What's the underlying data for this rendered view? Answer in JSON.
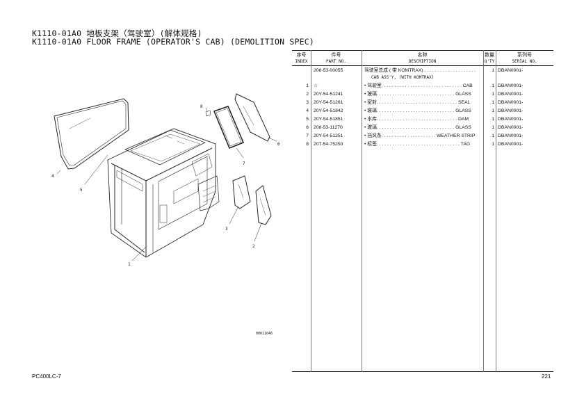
{
  "header": {
    "title_cn": "K1110-01A0 地板支架（驾驶室）(解体规格)",
    "title_en": "K1110-01A0 FLOOR FRAME (OPERATOR'S CAB) (DEMOLITION SPEC)"
  },
  "figure": {
    "code": "00011046",
    "callouts": [
      "1",
      "2",
      "3",
      "4",
      "5",
      "6",
      "7",
      "8"
    ]
  },
  "table": {
    "headers": {
      "index_cn": "序号",
      "index_en": "INDEX",
      "part_cn": "件号",
      "part_en": "PART NO.",
      "desc_cn": "名称",
      "desc_en": "DESCRIPTION",
      "qty_cn": "数量",
      "qty_en": "Q'TY",
      "serial_cn": "系列号",
      "serial_en": "SERIAL NO."
    },
    "rows": [
      {
        "index": "",
        "part": "208-53-00055",
        "desc": "驾驶室总成 ( 带 KOMTRAX) . . . . . . . . . . . . . . . . . . . .",
        "qty": "1",
        "serial": "DBAN0001-"
      },
      {
        "index": "",
        "part": "",
        "desc": "CAB ASS'Y, (WITH KOMTRAX)",
        "qty": "",
        "serial": ""
      },
      {
        "index": "1",
        "part": "☆",
        "desc": "• 驾驶室. . . . . . . . . . . . . . . . . . . . . . . . . . . . . . . CAB",
        "qty": "1",
        "serial": "DBAN0001-"
      },
      {
        "index": "2",
        "part": "20Y-54-51241",
        "desc": "• 玻璃. . . . . . . . . . . . . . . . . . . . . . . . . . . . . . GLASS",
        "qty": "1",
        "serial": "DBAN0001-"
      },
      {
        "index": "3",
        "part": "20Y-54-51261",
        "desc": "• 密封. . . . . . . . . . . . . . . . . . . . . . . . . . . . . . . SEAL",
        "qty": "1",
        "serial": "DBAN0001-"
      },
      {
        "index": "4",
        "part": "20Y-54-51842",
        "desc": "• 玻璃. . . . . . . . . . . . . . . . . . . . . . . . . . . . . . GLASS",
        "qty": "1",
        "serial": "DBAN0001-"
      },
      {
        "index": "5",
        "part": "20Y-54-51851",
        "desc": "• 水库. . . . . . . . . . . . . . . . . . . . . . . . . . . . . . . DAM",
        "qty": "1",
        "serial": "DBAN0001-"
      },
      {
        "index": "6",
        "part": "208-53-11270",
        "desc": "• 玻璃. . . . . . . . . . . . . . . . . . . . . . . . . . . . . . GLASS",
        "qty": "1",
        "serial": "DBAN0001-"
      },
      {
        "index": "7",
        "part": "20Y-54-51251",
        "desc": "• 挡风条. . . . . . . . . . . . . . . . . . . . . WEATHER STRIP",
        "qty": "1",
        "serial": "DBAN0001-"
      },
      {
        "index": "8",
        "part": "20T-54-75250",
        "desc": "• 标签. . . . . . . . . . . . . . . . . . . . . . . . . . . . . . . . TAG",
        "qty": "1",
        "serial": "DBAN0001-"
      }
    ]
  },
  "footer": {
    "model": "PC400LC-7",
    "page": "221"
  }
}
